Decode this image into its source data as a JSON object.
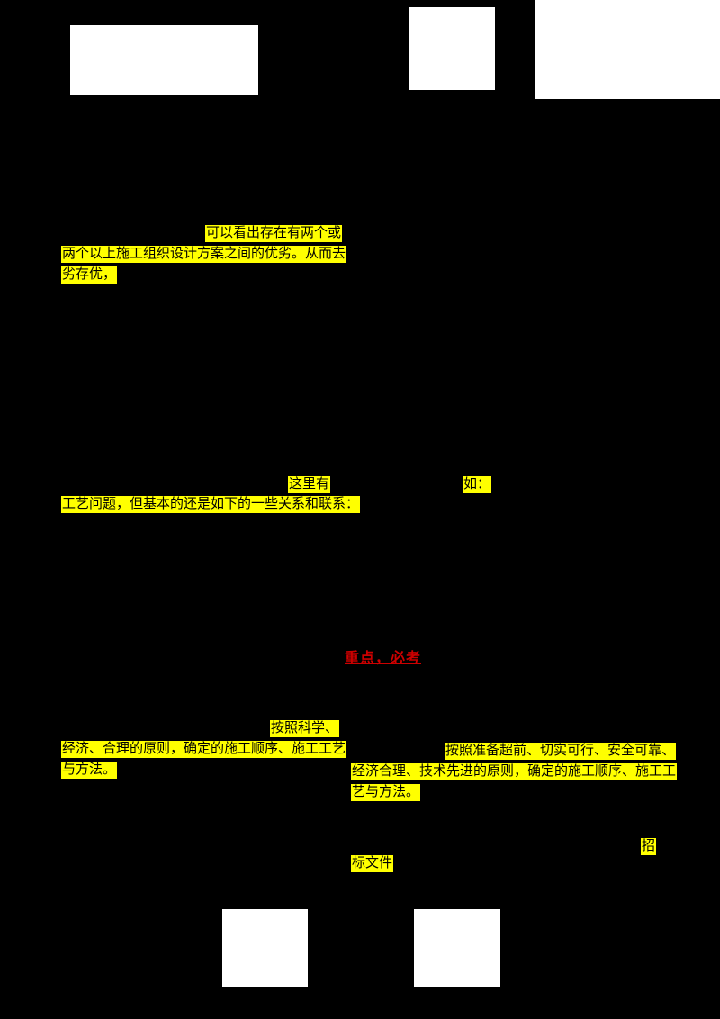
{
  "document": {
    "background_color": "#000000",
    "highlight_color": "#ffff00",
    "text_color": "#000000",
    "emphasis_color": "#cc0000",
    "segments": {
      "h1_line1": "可以看出存在有两个或",
      "h1_line2": "两个以上施工组织设计方案之间的优劣。从而去",
      "h1_line3": "劣存优，",
      "h2_left_tail": "这里有",
      "h2_left_line2": "工艺问题，但基本的还是如下的一些关系和联系：",
      "h2_right": "如：",
      "red_emphasis": "重点，必考",
      "h3_line1": "按照科学、",
      "h3_line2": "经济、合理的原则，确定的施工顺序、施工工艺",
      "h3_line3": "与方法。",
      "h4_line1": "按照准备超前、切实可行、安全可靠、",
      "h4_line2": "经济合理、技术先进的原则，确定的施工顺序、施工工",
      "h4_line3": "艺与方法。",
      "h5_line1": "招",
      "h5_line2": "标文件"
    }
  }
}
